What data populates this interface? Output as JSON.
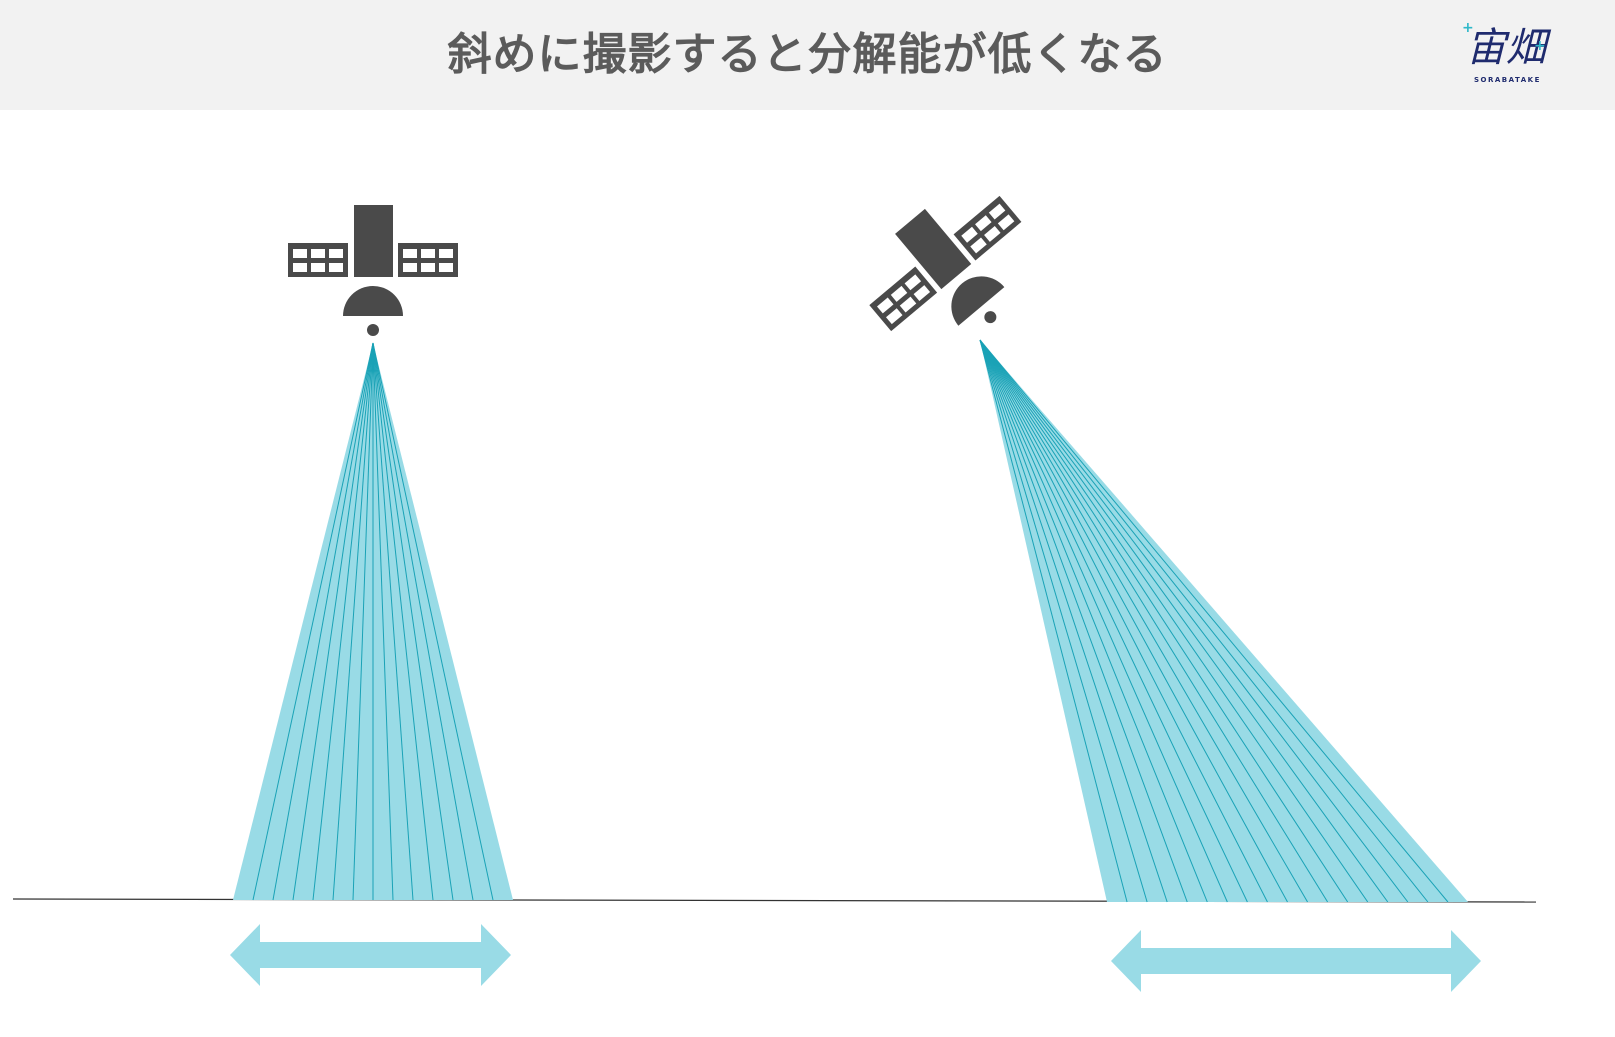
{
  "header": {
    "title": "斜めに撮影すると分解能が低くなる"
  },
  "logo": {
    "text": "宙畑",
    "subtext": "SORABATAKE",
    "colors": {
      "primary": "#1f2b6e",
      "accent": "#2fb8c9"
    }
  },
  "diagram": {
    "colors": {
      "satellite": "#4a4a4a",
      "beam_fill": "#99dbe6",
      "beam_line": "#1aa2b6",
      "arrow": "#99dbe6",
      "ground": "#333333"
    },
    "scenes": [
      {
        "id": "nadir",
        "satellite_icon": "satellite-icon",
        "beam_lines": 13,
        "arrow": "double-arrow-icon"
      },
      {
        "id": "oblique",
        "satellite_icon": "satellite-icon",
        "beam_lines": 17,
        "arrow": "double-arrow-icon"
      }
    ]
  }
}
